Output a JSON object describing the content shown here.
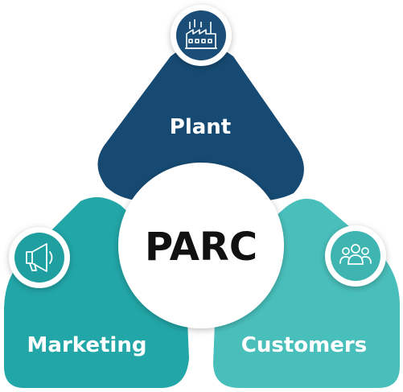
{
  "center": {
    "label": "PARC"
  },
  "segments": [
    {
      "id": "plant",
      "label": "Plant",
      "icon": "factory-icon",
      "color": "#164a72",
      "icon_color": "#1a4d78"
    },
    {
      "id": "marketing",
      "label": "Marketing",
      "icon": "megaphone-icon",
      "color": "#22a6a7",
      "icon_color": "#1f9fa0"
    },
    {
      "id": "customers",
      "label": "Customers",
      "icon": "people-group-icon",
      "color": "#49bfbb",
      "icon_color": "#3fb5b2"
    }
  ],
  "colors": {
    "center_fill": "#ffffff",
    "center_text": "#111111",
    "label_text": "#ffffff"
  }
}
